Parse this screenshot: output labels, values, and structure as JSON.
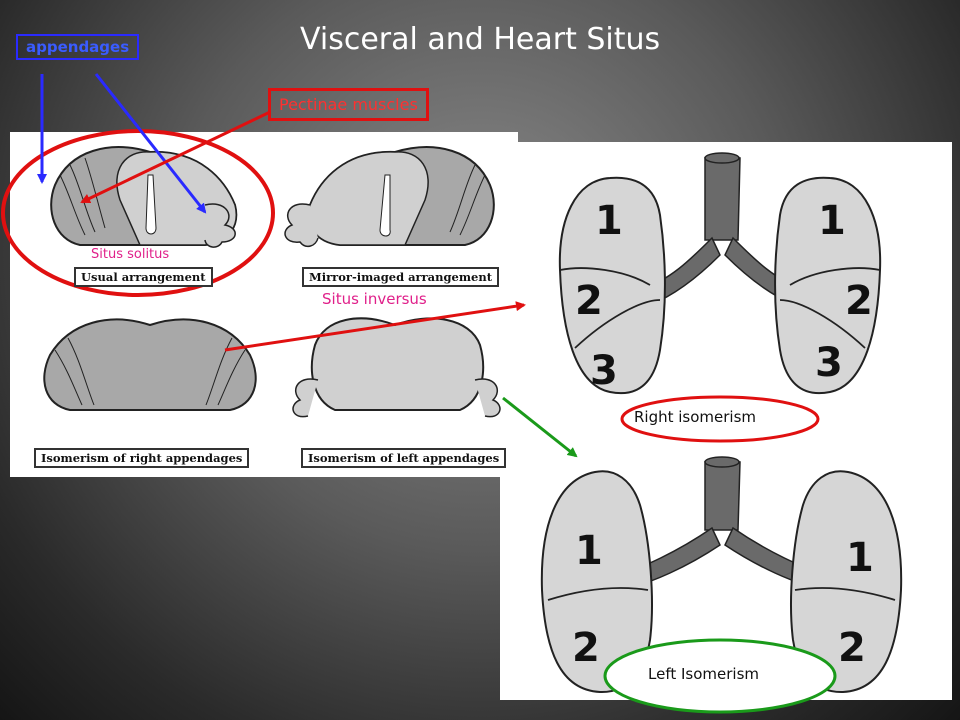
{
  "title": "Visceral and Heart Situs",
  "labels": {
    "appendages": "appendages",
    "pectinae_muscles": "Pectinae muscles",
    "situs_solitus": "Situs solitus",
    "situs_inversus": "Situs inversus",
    "right_isomerism": "Right isomerism",
    "left_isomerism": "Left Isomerism"
  },
  "atrial_captions": {
    "usual": "Usual arrangement",
    "mirror": "Mirror-imaged arrangement",
    "right_app": "Isomerism of right appendages",
    "left_app": "Isomerism of left appendages"
  },
  "lobe_numbers": {
    "one": "1",
    "two": "2",
    "three": "3"
  },
  "colors": {
    "red": "#e01010",
    "blue": "#2a2aff",
    "green": "#1a9a1a",
    "pink_text": "#e0208a"
  }
}
